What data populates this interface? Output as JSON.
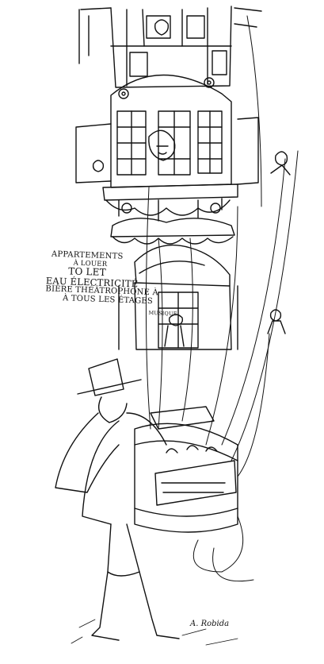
{
  "sign": {
    "lines": [
      "APPARTEMENTS",
      "À LOUER",
      "TO LET",
      "EAU ÉLECTRICITÉ",
      "BIÈRE THÉÂTROPHONE À",
      "À TOUS LES ÉTAGES"
    ],
    "note": "MUSIQUE"
  },
  "signature": "A. Robida",
  "colors": {
    "ink": "#111111",
    "paper": "#ffffff"
  }
}
